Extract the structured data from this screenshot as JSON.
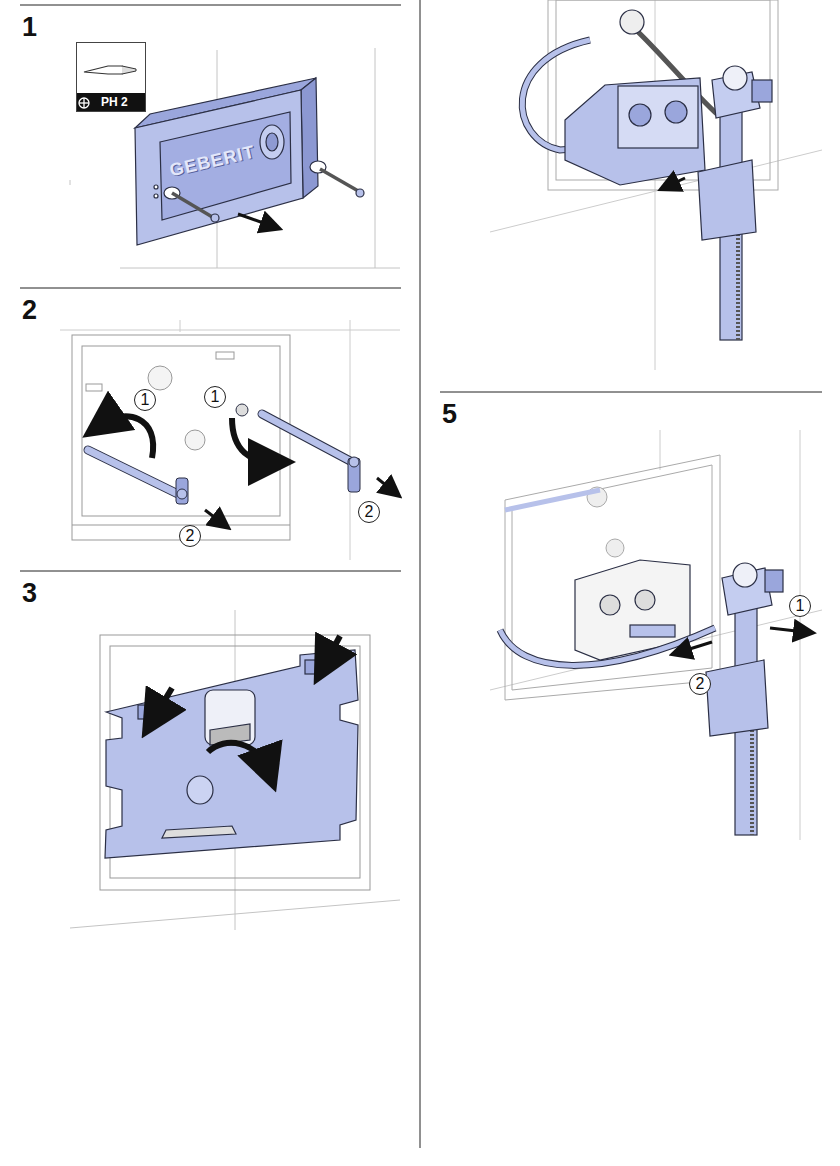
{
  "diagram": {
    "nodes": [
      {
        "text": [
          "PH 2"
        ]
      },
      {
        "text": [
          "1"
        ]
      },
      {
        "text": [
          "1"
        ]
      },
      {
        "text": [
          "2"
        ]
      },
      {
        "text": [
          "2"
        ]
      },
      {
        "text": [
          "1"
        ]
      },
      {
        "text": [
          "2"
        ]
      }
    ],
    "labels": [
      "1",
      "GEBERIT",
      "2",
      "3",
      "5"
    ]
  }
}
